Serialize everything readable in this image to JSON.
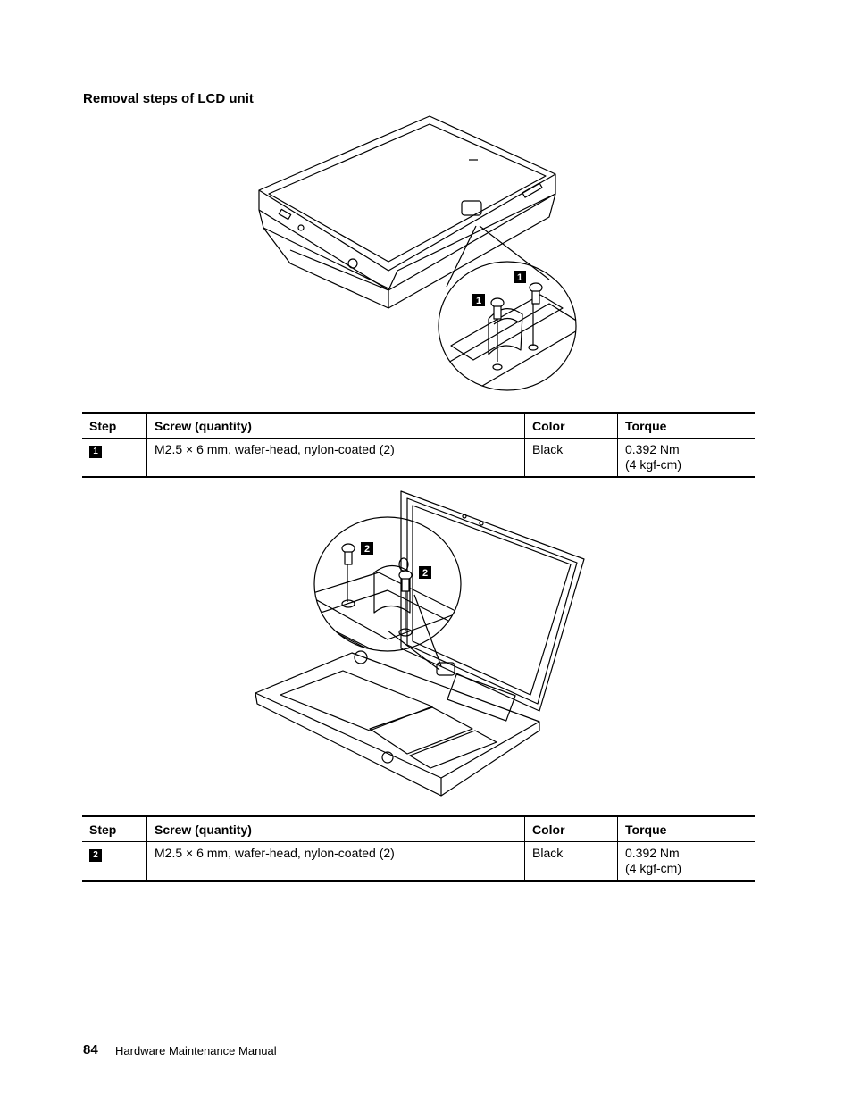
{
  "heading": "Removal steps of LCD unit",
  "table_headers": {
    "step": "Step",
    "screw": "Screw (quantity)",
    "color": "Color",
    "torque": "Torque"
  },
  "tables": [
    {
      "step": "1",
      "screw": "M2.5 × 6 mm, wafer-head, nylon-coated (2)",
      "color": "Black",
      "torque_line1": "0.392 Nm",
      "torque_line2": "(4 kgf-cm)"
    },
    {
      "step": "2",
      "screw": "M2.5 × 6 mm, wafer-head, nylon-coated (2)",
      "color": "Black",
      "torque_line1": "0.392 Nm",
      "torque_line2": "(4 kgf-cm)"
    }
  ],
  "figure1": {
    "callouts": [
      "1",
      "1"
    ]
  },
  "figure2": {
    "callouts": [
      "2",
      "2"
    ]
  },
  "footer": {
    "page_number": "84",
    "title": "Hardware Maintenance Manual"
  }
}
